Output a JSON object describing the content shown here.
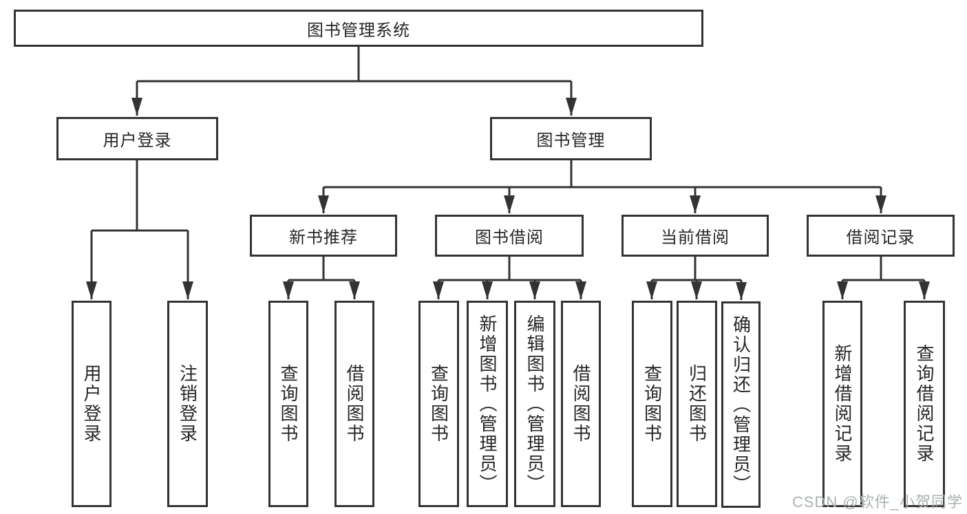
{
  "diagram": {
    "root": {
      "label": "图书管理系统"
    },
    "level2": [
      {
        "id": "user-login",
        "label": "用户登录"
      },
      {
        "id": "book-management",
        "label": "图书管理"
      }
    ],
    "level3": [
      {
        "id": "new-book-recommend",
        "label": "新书推荐"
      },
      {
        "id": "book-borrowing",
        "label": "图书借阅"
      },
      {
        "id": "current-borrowing",
        "label": "当前借阅"
      },
      {
        "id": "borrowing-records",
        "label": "借阅记录"
      }
    ],
    "leaves": {
      "account": [
        "用户登录",
        "注销登录"
      ],
      "recommend": [
        "查询图书",
        "借阅图书"
      ],
      "borrowing": [
        "查询图书",
        "新增图书（管理员）",
        "编辑图书（管理员）",
        "借阅图书"
      ],
      "current": [
        "查询图书",
        "归还图书",
        "确认归还（管理员）"
      ],
      "records": [
        "新增借阅记录",
        "查询借阅记录"
      ]
    }
  },
  "watermark": {
    "text": "CSDN @软件_小贺同学"
  },
  "colors": {
    "line_color": "#333333",
    "text_color": "#262626",
    "box_background": "#ffffff",
    "watermark_color": "#aab1b1",
    "page_background": "#ffffff"
  }
}
